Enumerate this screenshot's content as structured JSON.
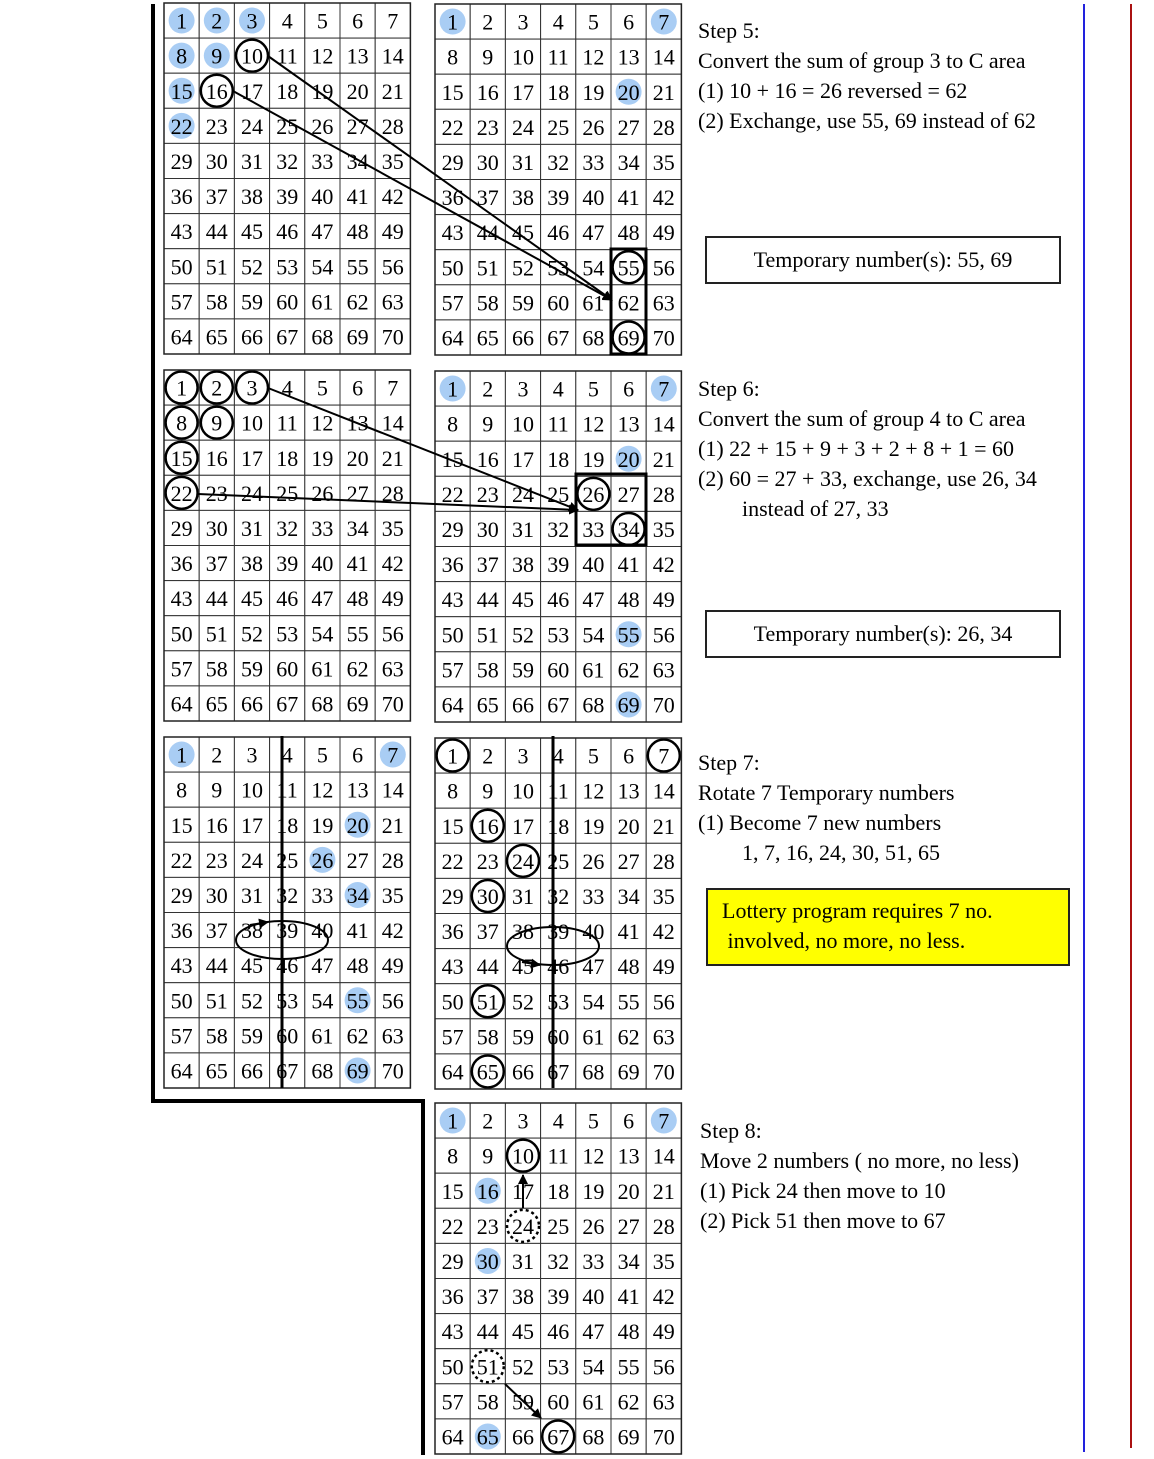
{
  "grid_numbers": [
    [
      1,
      2,
      3,
      4,
      5,
      6,
      7
    ],
    [
      8,
      9,
      10,
      11,
      12,
      13,
      14
    ],
    [
      15,
      16,
      17,
      18,
      19,
      20,
      21
    ],
    [
      22,
      23,
      24,
      25,
      26,
      27,
      28
    ],
    [
      29,
      30,
      31,
      32,
      33,
      34,
      35
    ],
    [
      36,
      37,
      38,
      39,
      40,
      41,
      42
    ],
    [
      43,
      44,
      45,
      46,
      47,
      48,
      49
    ],
    [
      50,
      51,
      52,
      53,
      54,
      55,
      56
    ],
    [
      57,
      58,
      59,
      60,
      61,
      62,
      63
    ],
    [
      64,
      65,
      66,
      67,
      68,
      69,
      70
    ]
  ],
  "colors": {
    "highlight": "#a9cdf4",
    "yellow": "#ffff00",
    "blue_line": "#2222dd",
    "red_line": "#aa1111"
  },
  "grids": [
    {
      "id": "s5-left",
      "highlight": [
        1,
        2,
        3,
        8,
        9,
        15,
        22
      ],
      "circle": [
        10,
        16
      ],
      "dashed": []
    },
    {
      "id": "s5-right",
      "highlight": [
        1,
        7,
        20
      ],
      "circle": [
        55,
        69
      ],
      "dashed": []
    },
    {
      "id": "s6-left",
      "highlight": [],
      "circle": [
        1,
        2,
        3,
        8,
        9,
        15,
        22
      ],
      "dashed": []
    },
    {
      "id": "s6-right",
      "highlight": [
        1,
        7,
        20,
        55,
        69
      ],
      "circle": [
        26,
        34
      ],
      "dashed": []
    },
    {
      "id": "s7-left",
      "highlight": [
        1,
        7,
        20,
        26,
        34,
        55,
        69
      ],
      "circle": [],
      "dashed": []
    },
    {
      "id": "s7-right",
      "highlight": [],
      "circle": [
        1,
        7,
        16,
        24,
        30,
        51,
        65
      ],
      "dashed": []
    },
    {
      "id": "s8",
      "highlight": [
        1,
        7,
        16,
        30,
        65
      ],
      "circle": [
        10,
        67
      ],
      "dashed": [
        24,
        51
      ]
    }
  ],
  "steps": {
    "step5": {
      "title": "Step 5:",
      "line1": "Convert the sum of group 3 to C area",
      "line2": "(1)  10 + 16 = 26 reversed = 62",
      "line3": "(2) Exchange, use 55, 69 instead of 62",
      "temp": "Temporary number(s):  55, 69"
    },
    "step6": {
      "title": "Step 6:",
      "line1": "Convert the sum of group 4 to C area",
      "line2": "(1)  22 + 15 + 9 + 3 + 2 + 8 + 1 = 60",
      "line3": "(2) 60 = 27 + 33, exchange, use 26, 34",
      "line4": "instead of 27, 33",
      "temp": "Temporary number(s):  26, 34"
    },
    "step7": {
      "title": "Step 7:",
      "line1": "Rotate 7 Temporary numbers",
      "line2": "(1)  Become 7 new numbers",
      "line3": "1, 7, 16, 24, 30, 51, 65",
      "note1": "Lottery program requires 7 no.",
      "note2": " involved, no more, no less."
    },
    "step8": {
      "title": "Step 8:",
      "line1": "Move 2 numbers ( no more, no less)",
      "line2": "(1)  Pick 24 then move to 10",
      "line3": "(2) Pick 51 then move to 67"
    }
  }
}
